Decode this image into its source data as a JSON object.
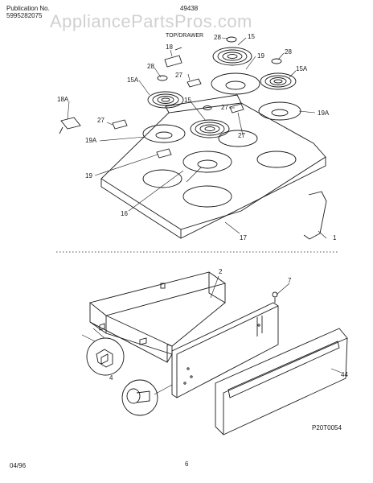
{
  "header": {
    "publication_label": "Publication No.",
    "publication_no": "5995282075",
    "model": "49438",
    "section_title": "TOP/DRAWER",
    "watermark": "AppliancePartsPros.com"
  },
  "callouts": [
    "28",
    "15",
    "18",
    "19",
    "28",
    "28",
    "15A",
    "27",
    "15A",
    "18A",
    "27",
    "15",
    "19A",
    "19A",
    "27",
    "27",
    "19",
    "16",
    "17",
    "1",
    "2",
    "7",
    "4",
    "44"
  ],
  "footer": {
    "date": "04/96",
    "page": "6",
    "diagram_code": "P20T0054"
  }
}
